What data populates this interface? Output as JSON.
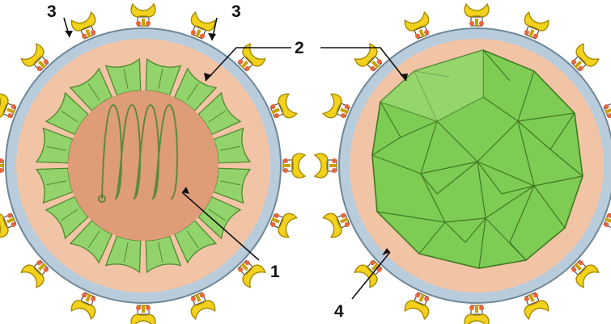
{
  "labels": {
    "capsid_label": "2",
    "nucleic_acid_label": "1",
    "glycoprotein_label": "3",
    "envelope_label": "4"
  },
  "colors": {
    "envelope_outer": "#b9ccdc",
    "envelope_line": "#6f8797",
    "matrix": "#f2c4a6",
    "core": "#df9c78",
    "capsomer": "#93d36c",
    "capsomer_line": "#4f8a2e",
    "icosahedron": "#7fcc55",
    "spike_head": "#f2d21c",
    "spike_outline": "#a88a00",
    "spike_joint": "#e8663a",
    "genome_line": "#5c8a3a",
    "arrow": "#111111"
  }
}
